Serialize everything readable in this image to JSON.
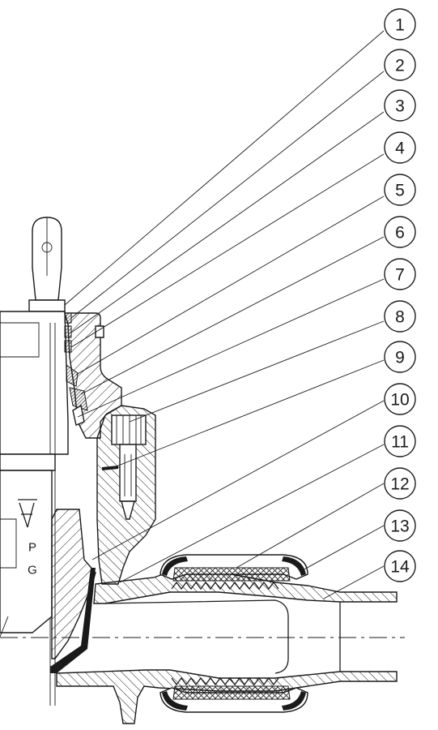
{
  "drawing": {
    "callouts": [
      {
        "label": "1"
      },
      {
        "label": "2"
      },
      {
        "label": "3"
      },
      {
        "label": "4"
      },
      {
        "label": "5"
      },
      {
        "label": "6"
      },
      {
        "label": "7"
      },
      {
        "label": "8"
      },
      {
        "label": "9"
      },
      {
        "label": "10"
      },
      {
        "label": "11"
      },
      {
        "label": "12"
      },
      {
        "label": "13"
      },
      {
        "label": "14"
      }
    ],
    "cast_marks": {
      "line1": "P",
      "line2": "G"
    },
    "colors": {
      "line": "#1a1a1a",
      "background": "#ffffff"
    }
  }
}
